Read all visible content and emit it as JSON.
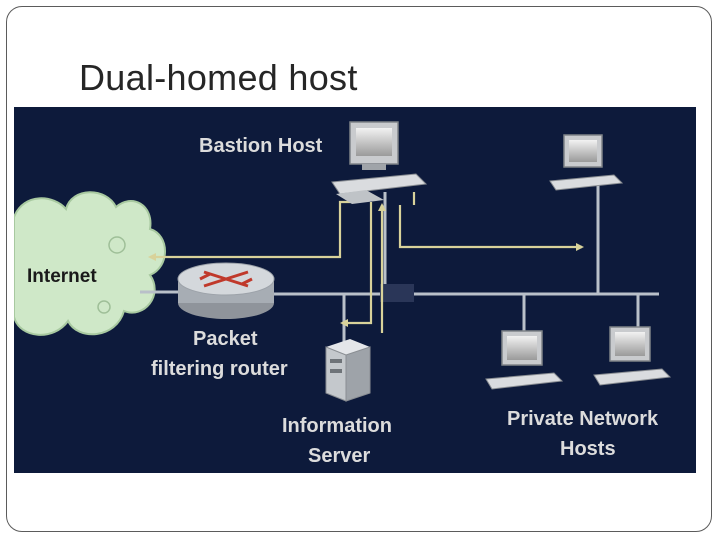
{
  "slide": {
    "title": "Dual-homed host"
  },
  "diagram": {
    "labels": {
      "bastion_host": "Bastion Host",
      "internet": "Internet",
      "router_line1": "Packet",
      "router_line2": "filtering router",
      "server_line1": "Information",
      "server_line2": "Server",
      "private_line1": "Private Network",
      "private_line2": "Hosts"
    },
    "icons": [
      "cloud-icon",
      "router-icon",
      "computer-icon",
      "server-icon"
    ],
    "colors": {
      "background": "#0d1a3b",
      "network_line": "#b9c0c9",
      "arrow": "#d8d29a",
      "cloud": "#cfe8c8"
    }
  }
}
